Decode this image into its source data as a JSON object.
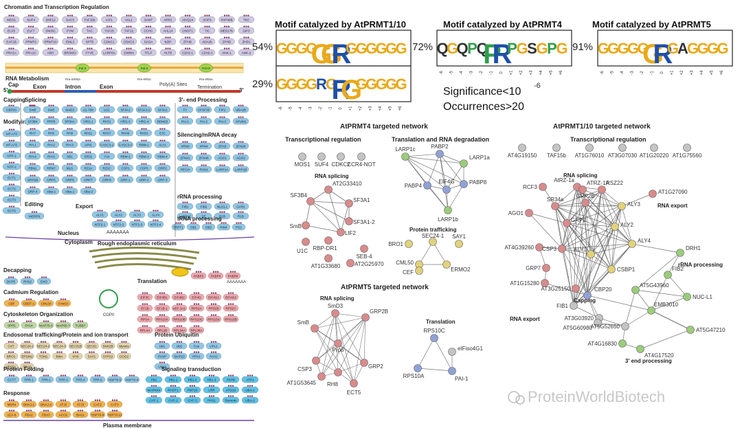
{
  "colors": {
    "salmon": "#f2c1a4",
    "lavender": "#cfc9e6",
    "blue": "#8ec7e6",
    "green": "#bdd8a0",
    "pink": "#f0a7ad",
    "cyan": "#5cc3e8",
    "orange": "#f5b24a",
    "tan": "#e3d3a8",
    "gray": "#c9c9c9",
    "node_red": "#d98b8b",
    "node_green": "#9ccc7a",
    "node_blue": "#8fa2d6",
    "node_yellow": "#e2d27a",
    "node_gray": "#c4c4c4"
  },
  "left": {
    "headers": {
      "chromatin": "Chromatin and Transcription Regulation",
      "rna_metabolism": "RNA Metabolism",
      "cap": "Cap",
      "exon1": "Exon",
      "intron": "Intron",
      "exon2": "Exon",
      "polya": "Poly(A) Sites",
      "termination": "Termination",
      "pre_mrna": "Pre-mRNA",
      "capping": "Capping",
      "splicing": "Splicing",
      "end_processing": "3'- end Processing",
      "modifying": "Modifying",
      "silencing": "Silencing/mRNA decay",
      "editing": "Editing",
      "export": "Export",
      "rrna": "rRNA processing",
      "trna": "tRNA processing",
      "nucleus": "Nucleus",
      "cytoplasm": "Cytoplasm",
      "rer": "Rough endoplasmic reticulum",
      "decapping": "Decapping",
      "translation": "Translation",
      "cadmium": "Cadmium Regulation",
      "cytoskeleton": "Cytoskeleton Organization",
      "endo": "Endosomal trafficking/Protein and ion transport",
      "ubiquitin": "Protein Ubiquitin",
      "folding": "Protein Folding",
      "signaling": "Signaling transduction",
      "response": "Response",
      "membrane": "Plasma membrane",
      "copii": "COPII",
      "polya_tail": "AAAAAAA",
      "polya_tail2": "AAAAAAA",
      "polya_tail3": "AAAAAAA",
      "pol2": "Pol II",
      "pol3": "Pol III",
      "pre_rrna": "Pre-rRNA",
      "pre_rrna2": "Pre-rRNA",
      "five": "5'",
      "three": "3'"
    },
    "chromatin_rows": [
      [
        "MOS1",
        "SUF4",
        "SNF12",
        "SAC3",
        "TAF15b",
        "IAF1",
        "VAL1",
        "SANT",
        "ARR1",
        "AtVQ14",
        "SOP3",
        "PAP40B",
        "TKC"
      ],
      [
        "ELF5",
        "ELF7",
        "SWI3C",
        "PYM",
        "TAC",
        "TAF15",
        "TAF12",
        "CCHC",
        "AHL14",
        "CNOT1",
        "TIC",
        "MED17b",
        "GIF3"
      ],
      [
        "EAF1B",
        "PRMT6",
        "PRMT10",
        "EML3",
        "SPT5",
        "CDKC1",
        "CDKC2",
        "SAGA",
        "bZIP",
        "ZFHD",
        "ADA2b",
        "ZPHD",
        "ZHD1"
      ],
      [
        "PRA1A",
        "PRA1C",
        "ABH",
        "BROMO",
        "FYVE",
        "LARP6A",
        "DWNN",
        "TFLF",
        "HLTB",
        "CZH2-1",
        "CZH2-2",
        "ANK-1",
        "ANK-2"
      ]
    ],
    "capping": [
      "CBP20",
      "CBP80"
    ],
    "modifying": [
      "MT-A70",
      "MT-A70",
      "NTP-1",
      "NTP-2",
      "ECT1",
      "ECT2",
      "ECT3",
      "ECT5"
    ],
    "editing": [
      "MORF8"
    ],
    "splicing_rows": [
      [
        "SmB",
        "SmE",
        "SmD3",
        "U1-70K",
        "U1C",
        "SF3A1",
        "SF3A1-2",
        "SF3A2"
      ],
      [
        "SF3B4",
        "PRP6",
        "SR34A",
        "HRG-1",
        "RH31",
        "HRG-3",
        "HRG-4",
        "BDM25"
      ],
      [
        "RH7",
        "RH5",
        "RH8",
        "RH11",
        "RH37",
        "RH46",
        "RH52",
        "EJC"
      ],
      [
        "RH-1",
        "RH-2",
        "RH-3",
        "APIS",
        "CASC3-1",
        "CASC3-2",
        "RBM-1",
        "ALY1"
      ],
      [
        "RH-4",
        "RH-5",
        "SB1",
        "SR31",
        "Y14",
        "RBM-2",
        "RBM-3",
        "RBM-4"
      ],
      [
        "RBN1",
        "RRN7",
        "MLS",
        "RZ1A",
        "RZ1C",
        "CSP1",
        "CSP3",
        "GRP2"
      ],
      [
        "GRP2B",
        "GRP5",
        "GRP6",
        "GRP7",
        "GRP8",
        "GRP-1",
        "GRP-2",
        "GRP-3"
      ],
      [
        "GRP-4",
        "Alba-1",
        "Alba-2",
        "Alba-3"
      ]
    ],
    "export_rows": [
      [
        "ALY1",
        "ALY2",
        "ALY3",
        "ALY4"
      ],
      [
        "NTF2-1",
        "NTF2-2",
        "NTF2-3",
        "NTF2-4"
      ]
    ],
    "end_rows": [
      [
        "FY",
        "CPSF30",
        "FIP1",
        "UBA2B"
      ],
      [
        "PAI-1",
        "PAI-2",
        "PAI-3",
        "APUM1"
      ]
    ],
    "silencing_rows": [
      [
        "XRN3",
        "XRN4",
        "ZFN3",
        "ZFN26"
      ],
      [
        "ZFN41",
        "ZFN46",
        "AGO1",
        "AGO2"
      ],
      [
        "PEGH",
        "RHS4",
        "LARP1A",
        "LARP1B"
      ]
    ],
    "rrna_rows": [
      [
        "FIB1",
        "FIB2",
        "NUCL1",
        "GAR1"
      ],
      [
        "LARP1C",
        "SE",
        "R1B",
        "R1B"
      ]
    ],
    "trna_rows": [
      [
        "TRPT1",
        "OB1",
        "OB2",
        "PIN4",
        "PS2"
      ]
    ],
    "decapping": [
      "DCP5",
      "RH12",
      "DXO"
    ],
    "cadmium": [
      "CBF",
      "CBEF-1",
      "CML50",
      "FAM10"
    ],
    "cytoskeleton": [
      "SPR1",
      "FH14",
      "MAP70-3",
      "MAP65-7",
      "TUBB7"
    ],
    "endo": [
      "CXT",
      "SEC24-1",
      "SEC24-2",
      "SEC24-3",
      "SEC31B",
      "SEC61",
      "SNX2B",
      "Mysnis",
      "BRO1",
      "EPSIN2",
      "TOM1",
      "BMA",
      "VHS",
      "SAY1",
      "SYP22",
      "COG2",
      "VPS51",
      "TRAF"
    ],
    "ubiquitin": [
      "Ub1",
      "Ub2",
      "Cue",
      "UPL1",
      "PUXP",
      "SKIP22",
      "PPA1",
      "PAA2",
      "UPL3"
    ],
    "translation_rows": [
      [
        "PABP2",
        "PABP4",
        "PABP8"
      ],
      [
        "EIF3C",
        "EIF4B1",
        "EIF4B2",
        "EIF4G",
        "EIF4G1",
        "EIF4G2"
      ],
      [
        "EF1B",
        "EF1B-1",
        "eEF-1A1",
        "RPS2A",
        "RPS2B",
        "RPS2C"
      ],
      [
        "RPS4",
        "RPS10A",
        "RPS10B",
        "RPS10C",
        "RPS15A",
        "RPS15B"
      ],
      [
        "RPL4A",
        "RPL28",
        "RPL34A",
        "RPL36A"
      ]
    ],
    "folding": [
      "CCT7",
      "TPR-1",
      "TPR-2",
      "TPR-3",
      "TPR-4",
      "TPR-5",
      "HSP70-5",
      "HSP70-6"
    ],
    "signaling": [
      "PB1",
      "PB1-1",
      "PB1-2",
      "PB1-3",
      "PKPB",
      "ATP1",
      "MAPKK4",
      "PHOT1",
      "PMT20",
      "LRR",
      "ATG13",
      "UBA-1",
      "GYF-1",
      "GYF-2",
      "GYF-3",
      "PHS1",
      "Remorin",
      "UBA-2"
    ],
    "response": [
      "MSR4",
      "DNAJ-1",
      "DNAJ-2",
      "ATJ2",
      "ATJ3",
      "CAF2",
      "CAT3",
      "LEA-6",
      "FBA2",
      "FBA3",
      "ACO2",
      "BAG1",
      "HSP70-9",
      "HSP70-11"
    ]
  },
  "motifs": {
    "prmt110_title": "Motif catalyzed by AtPRMT1/10",
    "prmt4_title": "Motif catalyzed by AtPRMT4",
    "prmt5_title": "Motif catalyzed by AtPRMT5",
    "pct_prmt110_a": "54%",
    "pct_prmt110_b": "29%",
    "pct_prmt4": "72%",
    "pct_prmt5": "91%",
    "logo1": "GGGGGGRGGGGGG",
    "logo2": "GGGGRGRGGGGGG",
    "logo3": "QGQPQPRPGSGPG",
    "logo4": "GGGGGGRGAGGGG",
    "positions": [
      "-6",
      "-5",
      "-4",
      "-3",
      "-2",
      "-1",
      "0",
      "+1",
      "+2",
      "+3",
      "+4",
      "+5",
      "+6"
    ],
    "significance": "Significance<10",
    "sig_exp": "-6",
    "occurrences": "Occurrences>20"
  },
  "networks": {
    "prmt4": {
      "title": "AtPRMT4 targeted network",
      "sub_tx": "Transcriptional regulation",
      "sub_tl": "Translation and RNA degradation",
      "sub_spl": "RNA splicing",
      "sub_pt": "Protein trafficking",
      "tx_nodes": [
        "MOS1",
        "SUF4",
        "CDKC2",
        "CCR4-NOT"
      ],
      "spl_nodes": [
        "AT2G33410",
        "SF3B4",
        "SF3A1",
        "SF3A1-2",
        "LIF2",
        "SmB",
        "U1C",
        "RBP-DR1",
        "AT1G33680",
        "SEB-4",
        "AT2G25970"
      ],
      "tl_nodes": [
        "LARP1c",
        "PABP2",
        "LARP1a",
        "PABP4",
        "EIF4G",
        "PABP8",
        "LARP1b"
      ],
      "pt_nodes": [
        "SEC24-1",
        "BRO1",
        "SAY1",
        "CML50",
        "CEF",
        "ERMO2"
      ]
    },
    "prmt5": {
      "title": "AtPRMT5 targeted network",
      "sub_spl": "RNA splicing",
      "sub_tl": "Translation",
      "spl_nodes": [
        "SmD3",
        "GRP2B",
        "SmB",
        "Prp6",
        "CSP3",
        "GRP2",
        "RH8",
        "AT1G53645",
        "ECT5"
      ],
      "tl_nodes": [
        "RPS10C",
        "eIFiso4G1",
        "RPS10A",
        "PAI-1"
      ]
    },
    "prmt110": {
      "title": "AtPRMT1/10 targeted network",
      "sub_tx": "Transcriptional regulation",
      "sub_spl": "RNA splicing",
      "sub_export": "RNA export",
      "sub_rrna": "rRNA processing",
      "sub_capping": "Capping",
      "sub_export2": "RNA export",
      "sub_end": "3' end processing",
      "tx_nodes": [
        "AT4G19150",
        "TAF15b",
        "AT1G76010",
        "AT3G07030",
        "AT1G20220",
        "AT1G75560"
      ],
      "nodes": [
        "RCF3",
        "AtRZ-1a",
        "ATRZ-1A",
        "RSZ22",
        "AT1G27090",
        "AGO1",
        "SR34a",
        "GRP2B",
        "ALY3",
        "GRP2",
        "ALY2",
        "AT4G39260",
        "CSP3",
        "ALY4",
        "GRP7",
        "ALY1",
        "CSBP1",
        "DRH1",
        "AT1G15280",
        "AT3G25150",
        "CBP20",
        "FIB1",
        "FIB2",
        "AT5G43960",
        "AT3G03920",
        "AT5G60980",
        "EMB3010",
        "NUC-L1",
        "AT5G52650",
        "AT5G47210",
        "AT4G16830",
        "AT4G17520"
      ]
    }
  },
  "watermark": "ProteinWorldBiotech"
}
